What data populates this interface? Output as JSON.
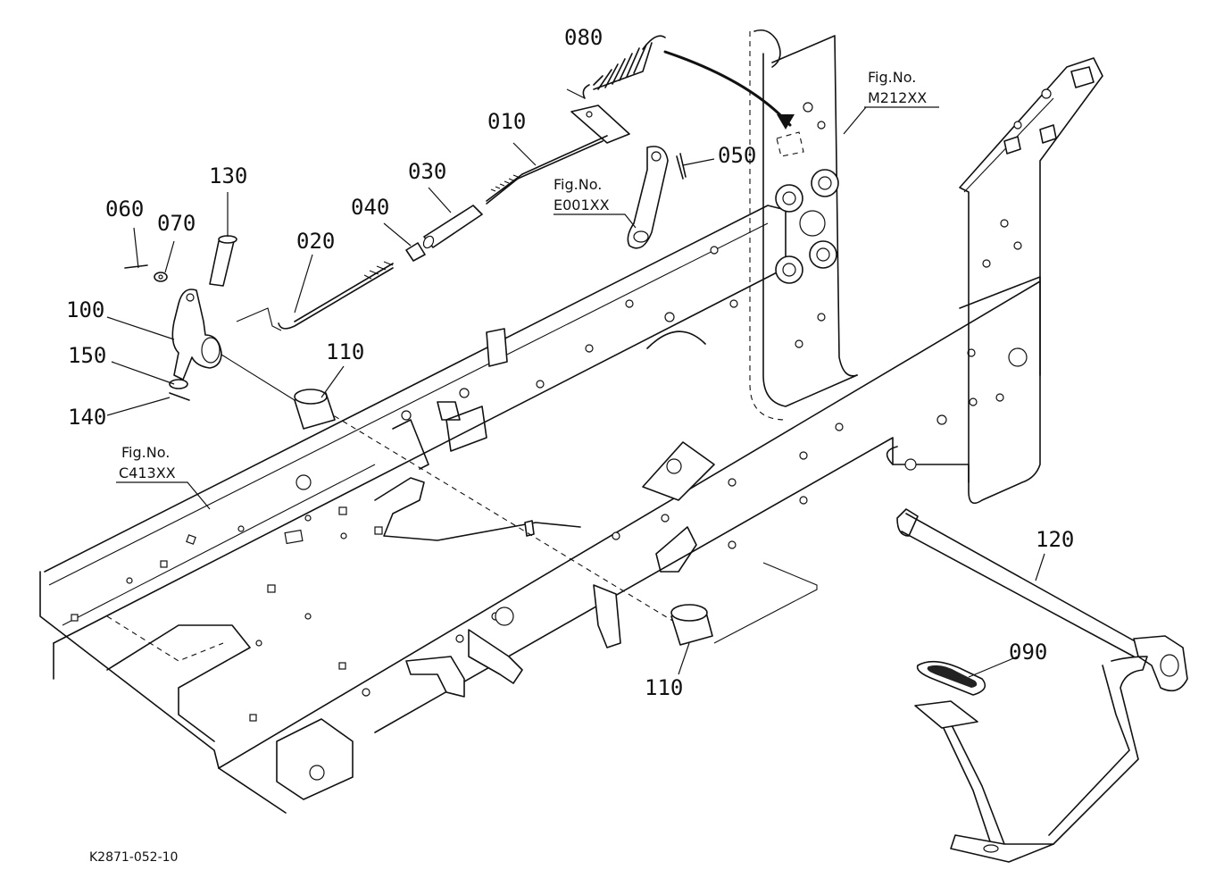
{
  "drawing_code": "K2871-052-10",
  "part_callouts": [
    {
      "id": "010",
      "label": "010"
    },
    {
      "id": "020",
      "label": "020"
    },
    {
      "id": "030",
      "label": "030"
    },
    {
      "id": "040",
      "label": "040"
    },
    {
      "id": "050",
      "label": "050"
    },
    {
      "id": "060",
      "label": "060"
    },
    {
      "id": "070",
      "label": "070"
    },
    {
      "id": "080",
      "label": "080"
    },
    {
      "id": "090",
      "label": "090"
    },
    {
      "id": "100",
      "label": "100"
    },
    {
      "id": "110a",
      "label": "110"
    },
    {
      "id": "110b",
      "label": "110"
    },
    {
      "id": "120",
      "label": "120"
    },
    {
      "id": "130",
      "label": "130"
    },
    {
      "id": "140",
      "label": "140"
    },
    {
      "id": "150",
      "label": "150"
    }
  ],
  "figure_refs": [
    {
      "id": "m212",
      "title": "Fig.No.",
      "code": "M212XX"
    },
    {
      "id": "e001",
      "title": "Fig.No.",
      "code": "E001XX"
    },
    {
      "id": "c413",
      "title": "Fig.No.",
      "code": "C413XX"
    }
  ]
}
